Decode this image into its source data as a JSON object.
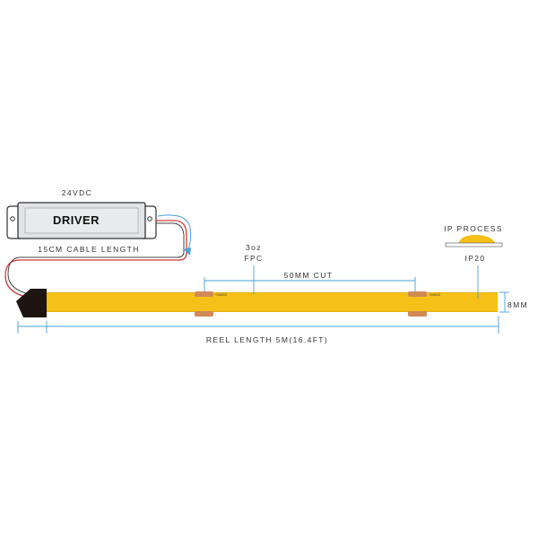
{
  "labels": {
    "voltage": "24VDC",
    "driver": "DRIVER",
    "cable_length": "15CM CABLE LENGTH",
    "fpc_line1": "3oz",
    "fpc_line2": "FPC",
    "cut": "50MM CUT",
    "ip_process": "IP PROCESS",
    "ip_rating": "IP20",
    "width": "8MM",
    "reel_length": "REEL LENGTH 5M(16.4FT)",
    "pad_positive": "+24VDC",
    "pad_negative": "-"
  },
  "colors": {
    "strip": "#f5c017",
    "strip_dark": "#e6ad0c",
    "pad": "#d08a55",
    "dimension": "#4a9fd8",
    "connector": "#1e1410",
    "driver_body": "#e2e3e5",
    "cable_red": "#d23a3a"
  }
}
